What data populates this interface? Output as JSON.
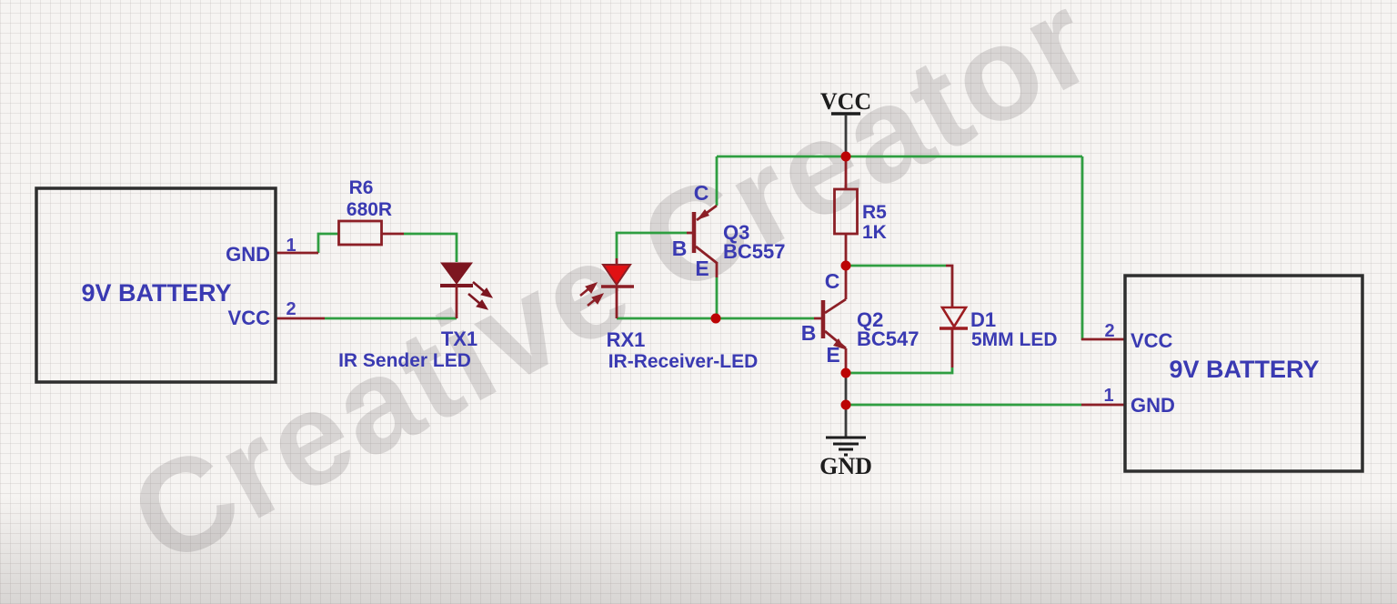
{
  "watermark": "Creative Creator",
  "power": {
    "vcc": "VCC",
    "gnd": "GND"
  },
  "battery_left": {
    "name": "9V BATTERY",
    "pin1": "1",
    "pin1_label": "GND",
    "pin2": "2",
    "pin2_label": "VCC"
  },
  "battery_right": {
    "name": "9V BATTERY",
    "pin1": "1",
    "pin1_label": "GND",
    "pin2": "2",
    "pin2_label": "VCC"
  },
  "r6": {
    "ref": "R6",
    "value": "680R"
  },
  "r5": {
    "ref": "R5",
    "value": "1K"
  },
  "tx1": {
    "ref": "TX1",
    "name": "IR Sender LED"
  },
  "rx1": {
    "ref": "RX1",
    "name": "IR-Receiver-LED"
  },
  "q3": {
    "ref": "Q3",
    "part": "BC557",
    "c": "C",
    "b": "B",
    "e": "E"
  },
  "q2": {
    "ref": "Q2",
    "part": "BC547",
    "c": "C",
    "b": "B",
    "e": "E"
  },
  "d1": {
    "ref": "D1",
    "name": "5MM LED"
  },
  "colors": {
    "net_wire": "#2f9e41",
    "symbol": "#8c1f26",
    "junction": "#bc0404",
    "label_blue": "#3a3ab2",
    "tx_led_fill": "#7d1620",
    "rx_led_fill": "#e01114",
    "power_black": "#1d1d1d"
  }
}
